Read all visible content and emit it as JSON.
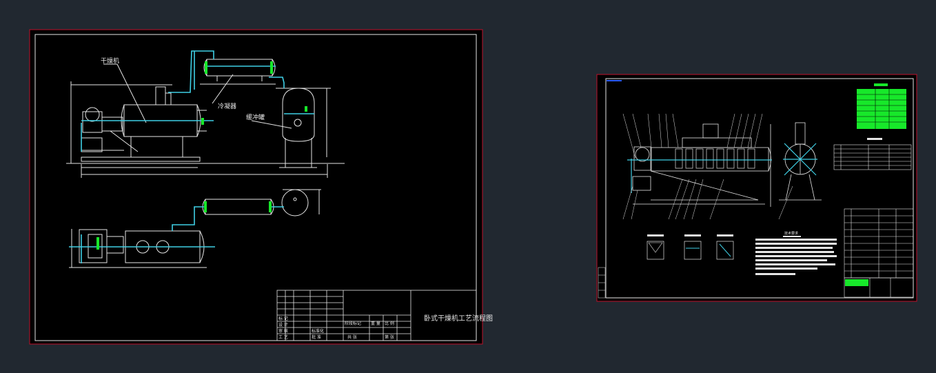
{
  "viewport": {
    "background": "#212830"
  },
  "colors": {
    "frame_red": "#c0102a",
    "line_white": "#e6e6e6",
    "pipe_cyan": "#3fd0e6",
    "accent_green": "#17e82a",
    "paper": "#000000"
  },
  "sheet_left": {
    "drawing_title": "卧式干燥机工艺流程图",
    "labels": {
      "dryer": "干燥机",
      "condenser": "冷凝器",
      "buffer_tank": "缓冲罐"
    },
    "title_block_rows": [
      "标 记",
      "设 计",
      "审 核",
      "工 艺"
    ],
    "title_block_cols": [
      "标准化",
      "批 准",
      "阶段标记",
      "重 量",
      "比 例",
      "共 张",
      "第 张"
    ]
  },
  "sheet_right": {
    "notes_title": "技术要求"
  }
}
